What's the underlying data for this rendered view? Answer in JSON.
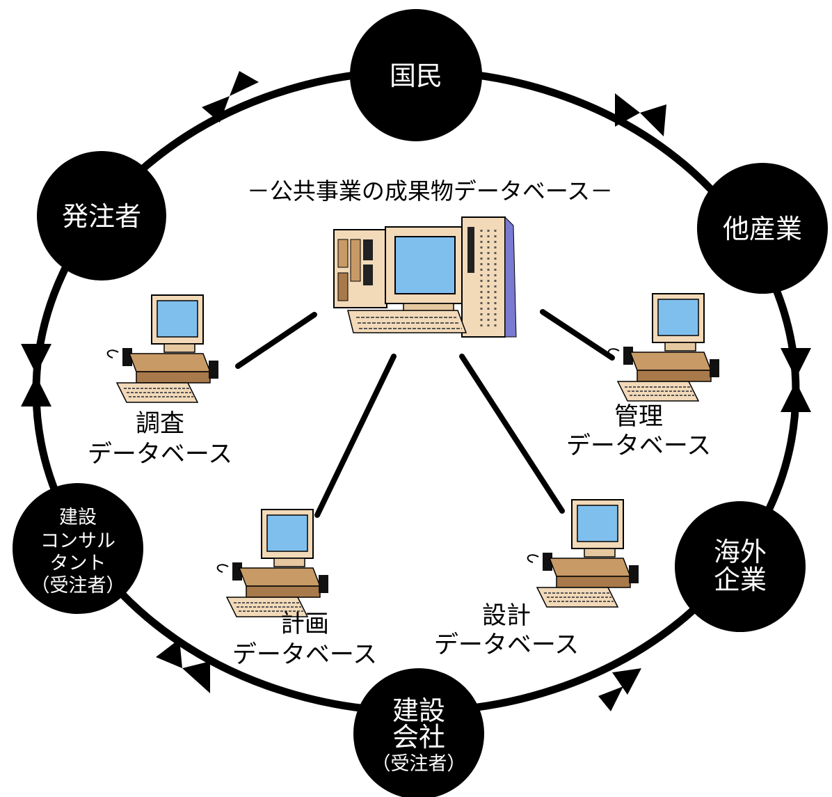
{
  "title": "－公共事業の成果物データベース－",
  "nodes": {
    "kokumin": "国民",
    "hatchusha": "発注者",
    "tasangyo": "他産業",
    "consultant": [
      "建設",
      "コンサル",
      "タント",
      "（受注者）"
    ],
    "kaigai": [
      "海外",
      "企業"
    ],
    "kensetsu": [
      "建設",
      "会社",
      "（受注者）"
    ]
  },
  "databases": {
    "chosa": [
      "調査",
      "データベース"
    ],
    "kanri": [
      "管理",
      "データベース"
    ],
    "keikaku": [
      "計画",
      "データベース"
    ],
    "sekkei": [
      "設計",
      "データベース"
    ]
  },
  "colors": {
    "node_fill": "#000000",
    "node_text": "#ffffff",
    "screen": "#7fbfee",
    "case": "#f2d9b8",
    "case_dark": "#c89a66",
    "server_side": "#7a7ad0"
  }
}
